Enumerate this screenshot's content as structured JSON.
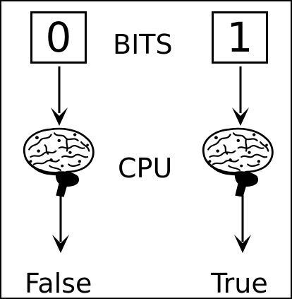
{
  "diagram": {
    "header_label": "BITS",
    "middle_label": "CPU",
    "left": {
      "bit": "0",
      "output": "False"
    },
    "right": {
      "bit": "1",
      "output": "True"
    }
  },
  "icons": {
    "processor": "brain-icon",
    "flow": "arrow-down-icon"
  }
}
